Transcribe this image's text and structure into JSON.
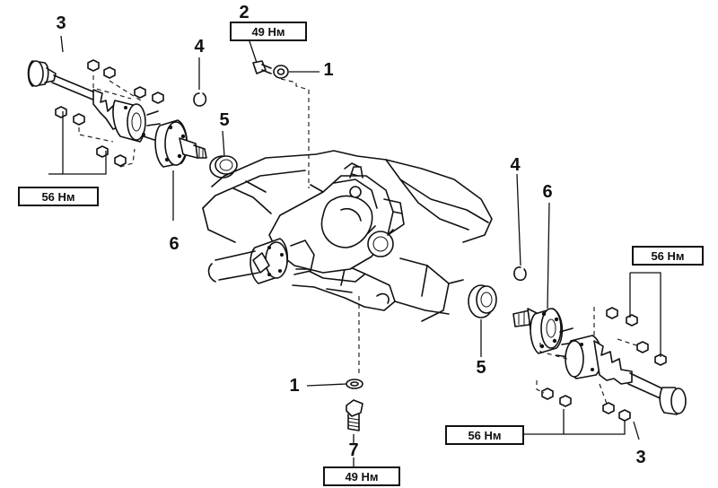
{
  "callouts": {
    "part_1_top": "1",
    "part_1_bottom": "1",
    "part_2": "2",
    "part_3_left": "3",
    "part_3_right": "3",
    "part_4_left": "4",
    "part_4_right": "4",
    "part_5_left": "5",
    "part_5_right": "5",
    "part_6_left": "6",
    "part_6_right": "6",
    "part_7": "7"
  },
  "torque_labels": {
    "top_center": "49 Нм",
    "left_flange": "56 Нм",
    "right_upper": "56 Нм",
    "right_lower": "56 Нм",
    "bottom_center": "49 Нм"
  },
  "colors": {
    "ink": "#111111",
    "paper": "#ffffff"
  }
}
